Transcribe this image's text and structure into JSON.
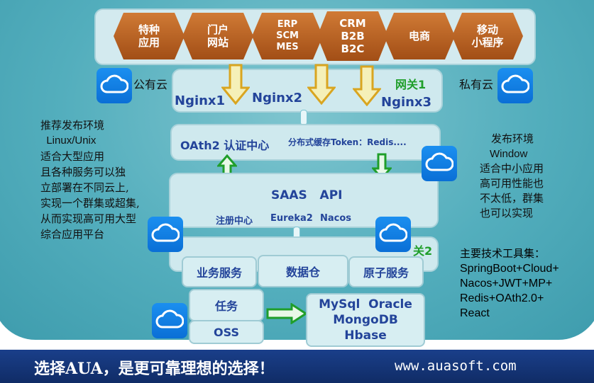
{
  "top_apps": [
    {
      "label": "特种\n应用"
    },
    {
      "label": "门户\n网站"
    },
    {
      "label": "ERP\nSCM\nMES"
    },
    {
      "label": "CRM\nB2B\nB2C"
    },
    {
      "label": "电商"
    },
    {
      "label": "移动\n小程序"
    }
  ],
  "gateway": {
    "public_cloud": "公有云",
    "private_cloud": "私有云",
    "gateway1": "网关1",
    "nginx1": "Nginx1",
    "nginx2": "Nginx2",
    "nginx3": "Nginx3"
  },
  "auth": {
    "title": "OAth2 认证中心",
    "cache": "分布式缓存Token：Redis...."
  },
  "saas": {
    "title": "SAAS   API",
    "registry_label": "注册中心",
    "eureka": "Eureka2",
    "nacos": "Nacos",
    "gateway2": "关2"
  },
  "services": {
    "business": "业务服务",
    "warehouse": "数据仓",
    "atomic": "原子服务",
    "task": "任务",
    "oss": "OSS"
  },
  "databases": {
    "line1": "MySql  Oracle",
    "line2": "MongoDB",
    "line3": "Hbase"
  },
  "left_note": {
    "lines": [
      "推荐发布环境",
      "  Linux/Unix",
      "适合大型应用",
      "且各种服务可以独",
      "立部署在不同云上,",
      "实现一个群集或超集,",
      "从而实现高可用大型",
      "综合应用平台"
    ]
  },
  "right_note": {
    "lines": [
      "发布环境",
      "Window",
      "适合中小应用",
      "高可用性能也",
      "不太低，群集",
      "也可以实现"
    ]
  },
  "tech_stack": {
    "title": "主要技术工具集：",
    "lines": [
      "SpringBoot+Cloud+",
      "Nacos+JWT+MP+",
      "Redis+OAth2.0+",
      "React"
    ]
  },
  "footer": {
    "slogan": "选择AUA，是更可靠理想的选择！",
    "url": "www.auasoft.com"
  },
  "colors": {
    "hex_top": "#d07a35",
    "hex_bottom": "#a24e16",
    "label_blue": "#23449a",
    "gateway_green": "#1f9e2a",
    "footer_blue": "#1a3f8a",
    "cloud_blue": "#0a6fd6"
  }
}
